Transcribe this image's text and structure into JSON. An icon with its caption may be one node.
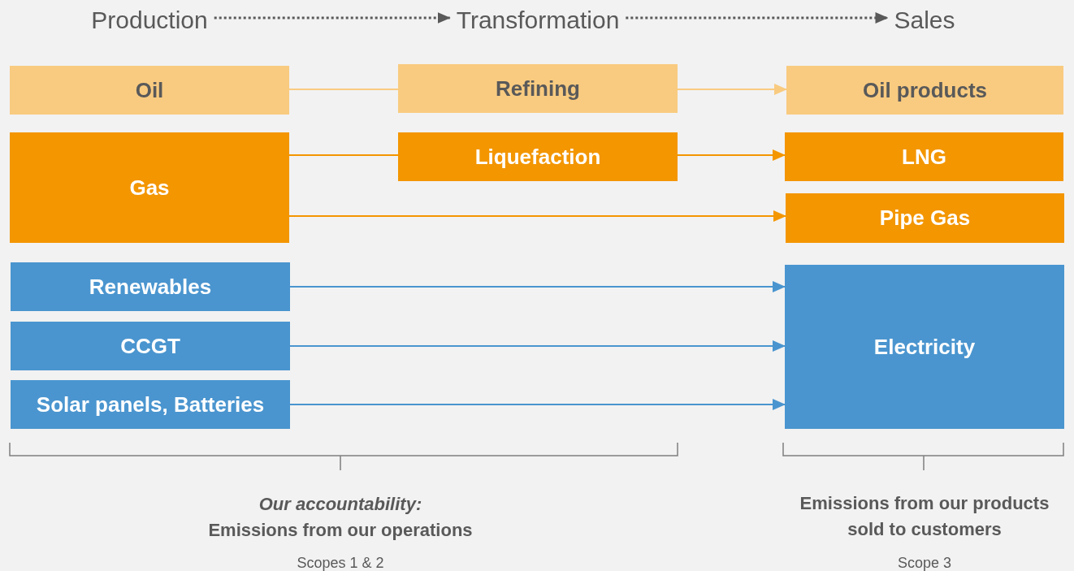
{
  "diagram": {
    "nodes": [
      {
        "text": [
          "Production"
        ]
      },
      {
        "text": [
          "Transformation"
        ]
      },
      {
        "text": [
          "Sales"
        ]
      },
      {
        "text": [
          "Oil"
        ]
      },
      {
        "text": [
          "Refining"
        ]
      },
      {
        "text": [
          "Oil products"
        ]
      },
      {
        "text": [
          "Gas"
        ]
      },
      {
        "text": [
          "Liquefaction"
        ]
      },
      {
        "text": [
          "LNG"
        ]
      },
      {
        "text": [
          "Pipe Gas"
        ]
      },
      {
        "text": [
          "Renewables"
        ]
      },
      {
        "text": [
          "CCGT"
        ]
      },
      {
        "text": [
          "Solar panels, Batteries"
        ]
      },
      {
        "text": [
          "Electricity"
        ]
      }
    ],
    "edges": [
      {
        "from": 0,
        "to": 1,
        "arrow": "to",
        "style": "dashed",
        "color": "#595959"
      },
      {
        "from": 1,
        "to": 2,
        "arrow": "to",
        "style": "dashed",
        "color": "#595959"
      },
      {
        "from": 3,
        "to": 4,
        "arrow": "none",
        "color": "#f9cb80"
      },
      {
        "from": 4,
        "to": 5,
        "arrow": "to",
        "color": "#f9cb80"
      },
      {
        "from": 6,
        "to": 7,
        "arrow": "none",
        "color": "#f39600"
      },
      {
        "from": 7,
        "to": 8,
        "arrow": "to",
        "color": "#f39600"
      },
      {
        "from": 6,
        "to": 9,
        "arrow": "to",
        "color": "#f39600"
      },
      {
        "from": 10,
        "to": 13,
        "arrow": "to",
        "color": "#4a95cf"
      },
      {
        "from": 11,
        "to": 13,
        "arrow": "to",
        "color": "#4a95cf"
      },
      {
        "from": 12,
        "to": 13,
        "arrow": "to",
        "color": "#4a95cf"
      }
    ],
    "labels": [
      "Our accountability:",
      "Emissions from our operations",
      "Scopes 1 & 2",
      "Emissions from our products sold to customers",
      "Scope 3"
    ]
  }
}
